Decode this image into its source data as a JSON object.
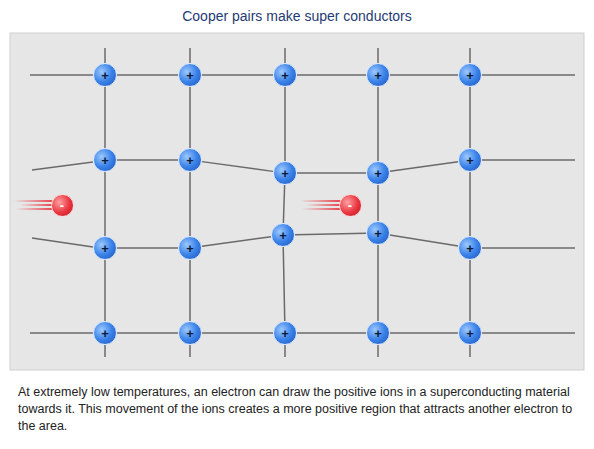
{
  "diagram": {
    "title": "Cooper pairs make super conductors",
    "caption": "At extremely low temperatures, an electron can draw the positive ions in a superconducting material towards it. This movement of the ions creates a more positive region that attracts another electron to the area.",
    "nodes": [
      {
        "text": [
          "+"
        ]
      },
      {
        "text": [
          "+"
        ]
      },
      {
        "text": [
          "+"
        ]
      },
      {
        "text": [
          "+"
        ]
      },
      {
        "text": [
          "+"
        ]
      },
      {
        "text": [
          "+"
        ]
      },
      {
        "text": [
          "+"
        ]
      },
      {
        "text": [
          "+"
        ]
      },
      {
        "text": [
          "+"
        ]
      },
      {
        "text": [
          "+"
        ]
      },
      {
        "text": [
          "-"
        ]
      },
      {
        "text": [
          "-"
        ]
      },
      {
        "text": [
          "+"
        ]
      },
      {
        "text": [
          "+"
        ]
      },
      {
        "text": [
          "+"
        ]
      },
      {
        "text": [
          "+"
        ]
      },
      {
        "text": [
          "+"
        ]
      },
      {
        "text": [
          "+"
        ]
      },
      {
        "text": [
          "+"
        ]
      },
      {
        "text": [
          "+"
        ]
      },
      {
        "text": [
          "+"
        ]
      },
      {
        "text": [
          "+"
        ]
      }
    ],
    "edges": [
      {
        "from": 0,
        "to": 1,
        "arrow": "none"
      },
      {
        "from": 1,
        "to": 2,
        "arrow": "none"
      },
      {
        "from": 2,
        "to": 3,
        "arrow": "none"
      },
      {
        "from": 3,
        "to": 4,
        "arrow": "none"
      },
      {
        "from": 5,
        "to": 6,
        "arrow": "none"
      },
      {
        "from": 6,
        "to": 7,
        "arrow": "none"
      },
      {
        "from": 7,
        "to": 8,
        "arrow": "none"
      },
      {
        "from": 8,
        "to": 9,
        "arrow": "none"
      },
      {
        "from": 12,
        "to": 13,
        "arrow": "none"
      },
      {
        "from": 13,
        "to": 14,
        "arrow": "none"
      },
      {
        "from": 14,
        "to": 15,
        "arrow": "none"
      },
      {
        "from": 15,
        "to": 16,
        "arrow": "none"
      },
      {
        "from": 17,
        "to": 18,
        "arrow": "none"
      },
      {
        "from": 18,
        "to": 19,
        "arrow": "none"
      },
      {
        "from": 19,
        "to": 20,
        "arrow": "none"
      },
      {
        "from": 20,
        "to": 21,
        "arrow": "none"
      },
      {
        "from": 0,
        "to": 5,
        "arrow": "none"
      },
      {
        "from": 5,
        "to": 12,
        "arrow": "none"
      },
      {
        "from": 12,
        "to": 17,
        "arrow": "none"
      },
      {
        "from": 1,
        "to": 6,
        "arrow": "none"
      },
      {
        "from": 6,
        "to": 13,
        "arrow": "none"
      },
      {
        "from": 13,
        "to": 18,
        "arrow": "none"
      },
      {
        "from": 2,
        "to": 7,
        "arrow": "none"
      },
      {
        "from": 7,
        "to": 14,
        "arrow": "none"
      },
      {
        "from": 14,
        "to": 19,
        "arrow": "none"
      },
      {
        "from": 3,
        "to": 8,
        "arrow": "none"
      },
      {
        "from": 8,
        "to": 15,
        "arrow": "none"
      },
      {
        "from": 15,
        "to": 20,
        "arrow": "none"
      },
      {
        "from": 4,
        "to": 9,
        "arrow": "none"
      },
      {
        "from": 9,
        "to": 16,
        "arrow": "none"
      },
      {
        "from": 16,
        "to": 21,
        "arrow": "none"
      }
    ]
  }
}
